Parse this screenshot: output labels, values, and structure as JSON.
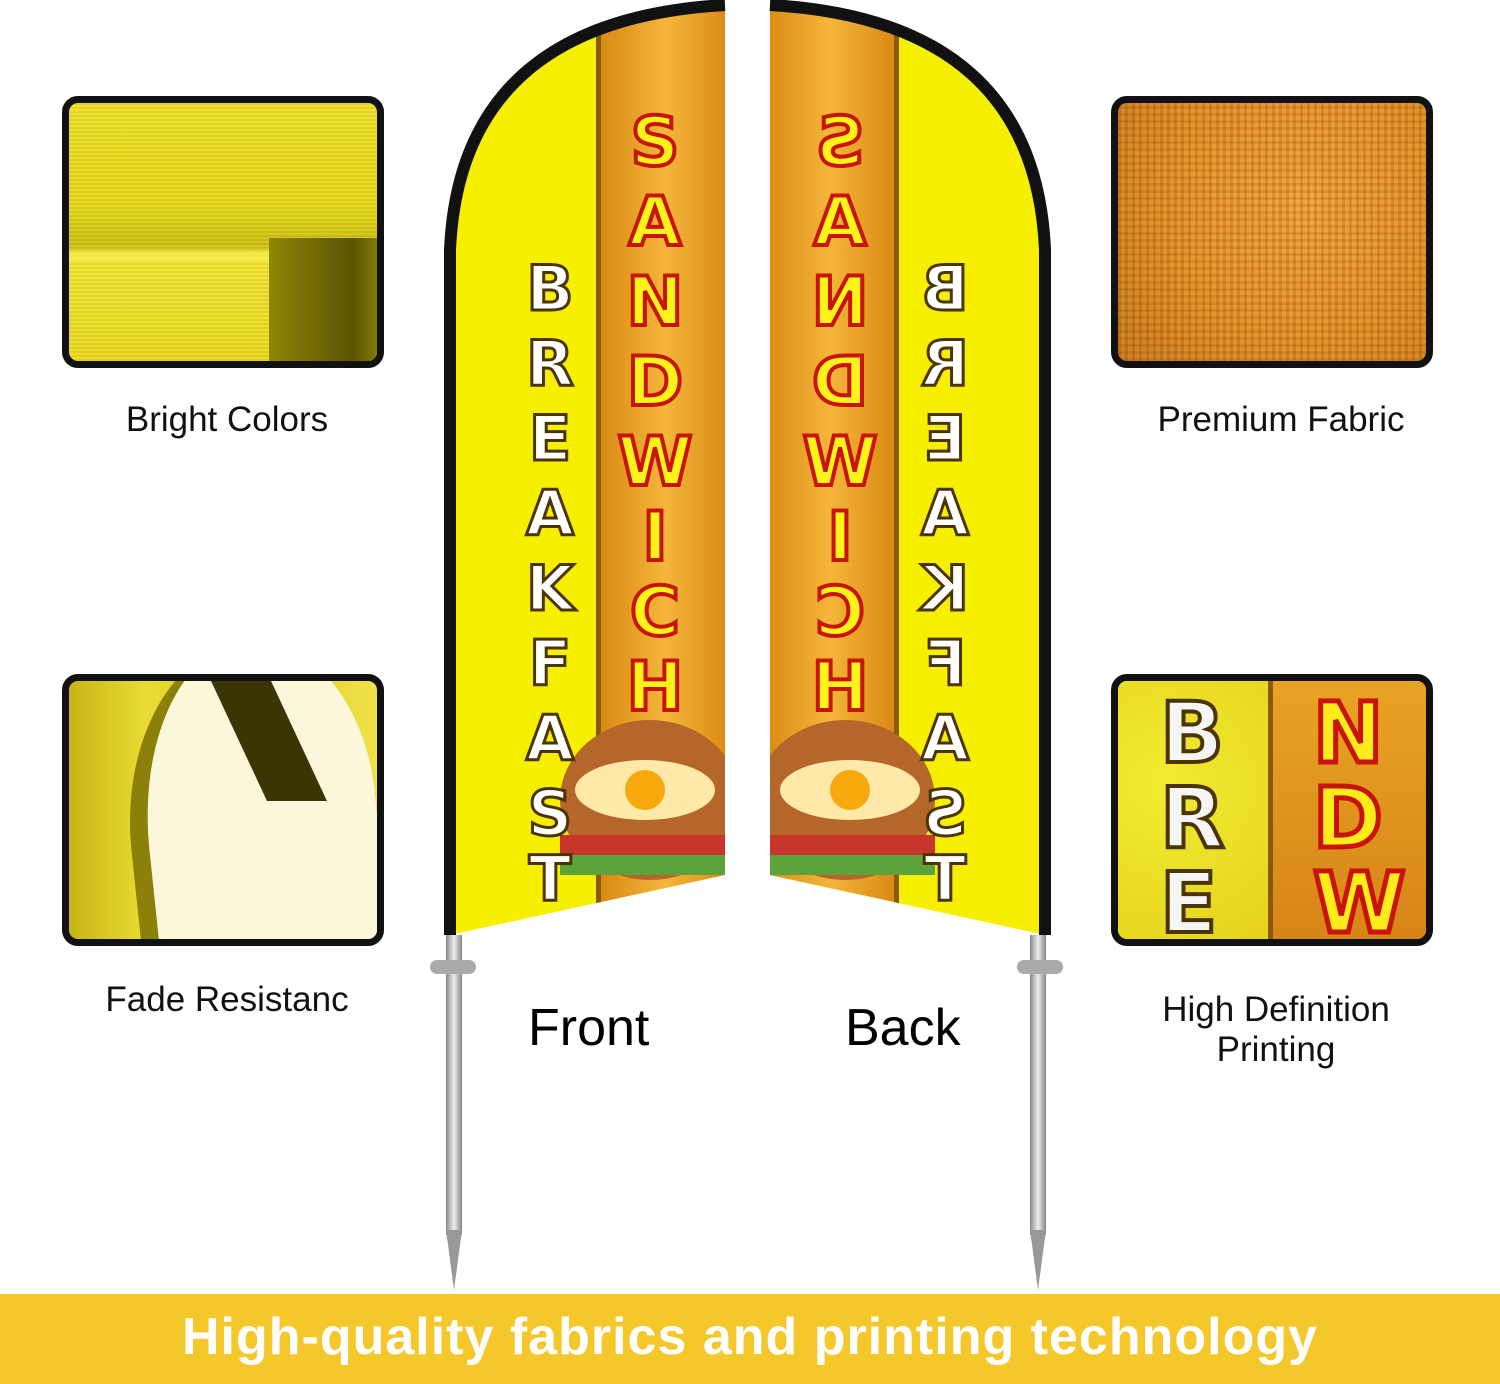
{
  "features": {
    "bright_colors": "Bright Colors",
    "premium_fabric": "Premium Fabric",
    "fade_resistance": "Fade Resistanc",
    "hd_printing_line1": "High Definition",
    "hd_printing_line2": "Printing"
  },
  "flag": {
    "front_label": "Front",
    "back_label": "Back",
    "word_primary": "SANDWICH",
    "word_secondary": "BREAKFAST"
  },
  "hd_closeup": {
    "left_letters": "BRE",
    "right_letters": "NDW"
  },
  "banner": {
    "text": "High-quality fabrics and printing technology"
  },
  "colors": {
    "flag_yellow": "#f6f000",
    "flag_orange": "#e79a1c",
    "banner": "#f4c72a"
  }
}
